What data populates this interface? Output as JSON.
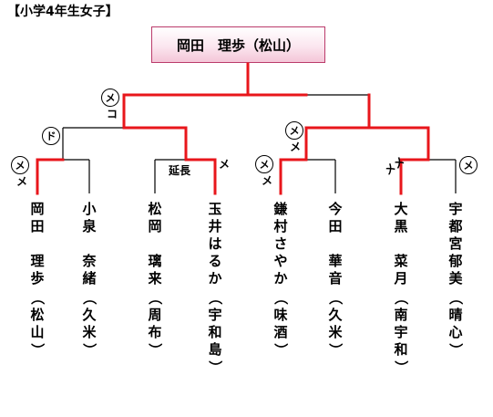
{
  "title": "【小学4年生女子】",
  "champion": "岡田　理歩（松山）",
  "labels": {
    "final_circle": "メ",
    "final_mark": "コ",
    "left_semi_circle": "ド",
    "m1_circle": "メ",
    "m1_mark": "メ",
    "m2_extra": "延長",
    "m2_mark": "メ",
    "right_semi_circle": "メ",
    "right_semi_mark": "メ",
    "m3_circle": "メ",
    "m3_mark": "メ",
    "m4_mark": "メメ",
    "m4_circle": "メ"
  },
  "players": [
    {
      "name": [
        "岡",
        "田",
        "",
        "理",
        "歩"
      ],
      "team": [
        "松",
        "山"
      ],
      "winner": true
    },
    {
      "name": [
        "小",
        "泉",
        "",
        "奈",
        "緒"
      ],
      "team": [
        "久",
        "米"
      ],
      "winner": false
    },
    {
      "name": [
        "松",
        "岡",
        "",
        "璃",
        "来"
      ],
      "team": [
        "周",
        "布"
      ],
      "winner": false
    },
    {
      "name": [
        "玉",
        "井",
        "は",
        "る",
        "か"
      ],
      "team": [
        "宇",
        "和",
        "島"
      ],
      "winner": true
    },
    {
      "name": [
        "鎌",
        "村",
        "さ",
        "や",
        "か"
      ],
      "team": [
        "味",
        "酒"
      ],
      "winner": true
    },
    {
      "name": [
        "今",
        "田",
        "",
        "華",
        "音"
      ],
      "team": [
        "久",
        "米"
      ],
      "winner": false
    },
    {
      "name": [
        "大",
        "黒",
        "",
        "菜",
        "月"
      ],
      "team": [
        "南",
        "宇",
        "和"
      ],
      "winner": true
    },
    {
      "name": [
        "宇",
        "都",
        "宮",
        "郁",
        "美"
      ],
      "team": [
        "晴",
        "心"
      ],
      "winner": false
    }
  ],
  "colors": {
    "win_line": "#e8161b",
    "lose_line": "#000000",
    "champ_border": "#bb3b6b"
  }
}
